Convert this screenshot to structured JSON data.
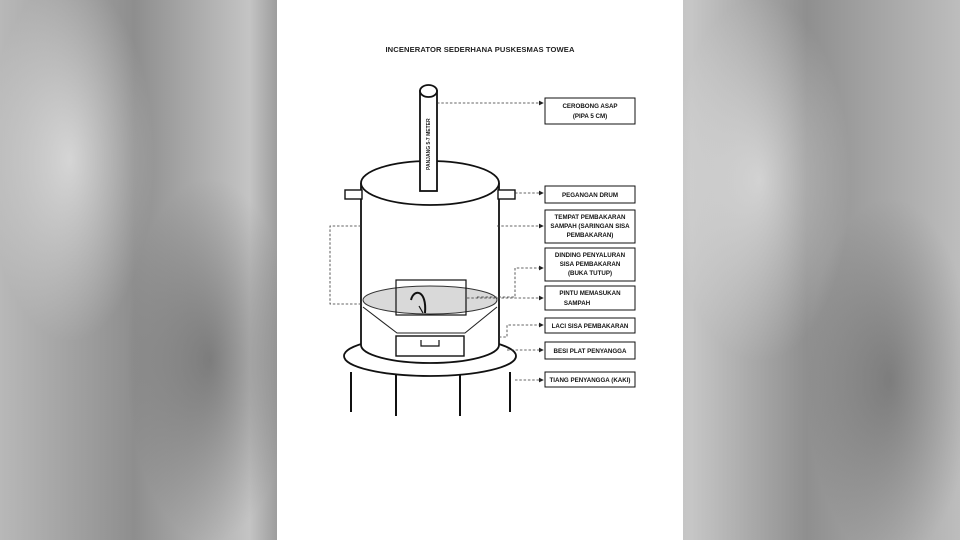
{
  "title": "INCENERATOR SEDERHANA PUSKESMAS TOWEA",
  "chimney_text": "PANJANG 5-7 METER",
  "labels": [
    {
      "id": "cerobong",
      "lines": [
        "CEROBONG ASAP",
        "(PIPA 5 CM)"
      ]
    },
    {
      "id": "pegangan",
      "lines": [
        "PEGANGAN DRUM"
      ]
    },
    {
      "id": "tempat",
      "lines": [
        "TEMPAT PEMBAKARAN",
        "SAMPAH (SARINGAN SISA",
        "PEMBAKARAN)"
      ]
    },
    {
      "id": "dinding",
      "lines": [
        "DINDING PENYALURAN",
        "SISA PEMBAKARAN",
        "(BUKA TUTUP)"
      ]
    },
    {
      "id": "pintu",
      "lines": [
        "PINTU MEMASUKAN",
        "SAMPAH"
      ]
    },
    {
      "id": "laci",
      "lines": [
        "LACI SISA PEMBAKARAN"
      ]
    },
    {
      "id": "besi",
      "lines": [
        "BESI PLAT PENYANGGA"
      ]
    },
    {
      "id": "tiang",
      "lines": [
        "TIANG PENYANGGA (KAKI)"
      ]
    }
  ]
}
